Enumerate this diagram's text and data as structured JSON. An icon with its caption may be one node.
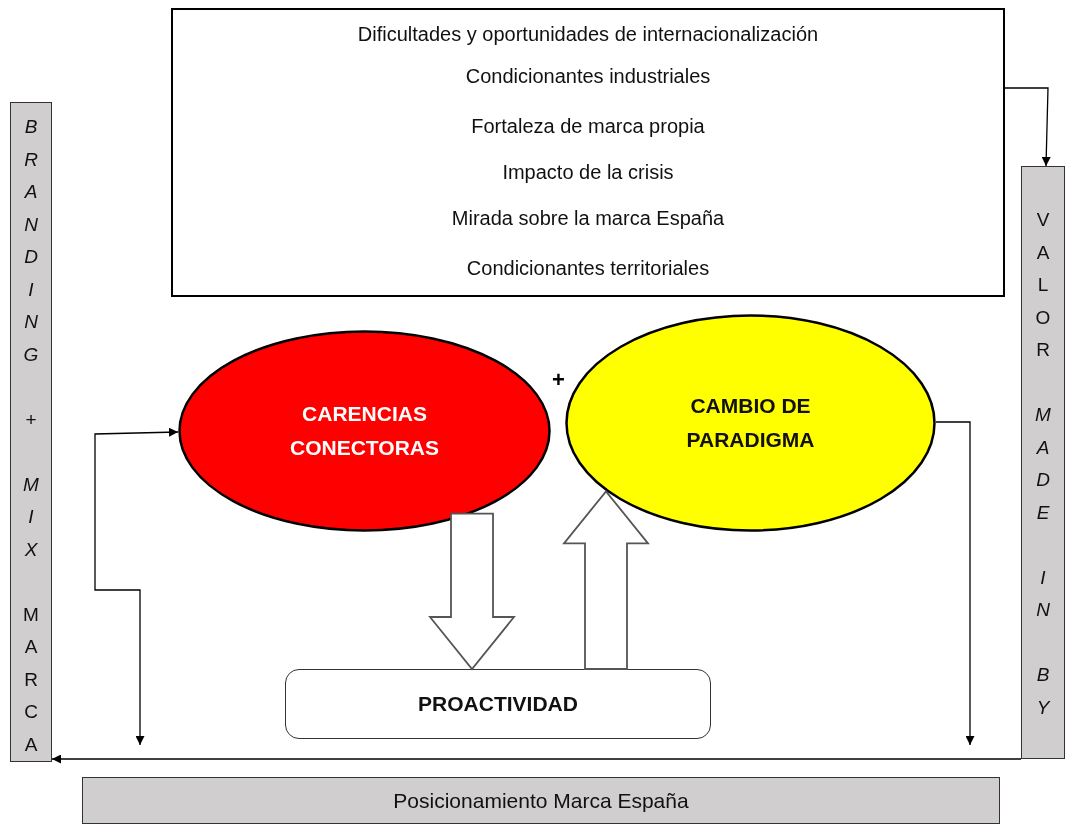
{
  "diagram": {
    "nodes": [
      {
        "text": [
          "Dificultades y oportunidades de internacionalización",
          "Condicionantes industriales",
          "Fortaleza de marca propia",
          "Impacto de la crisis",
          "Mirada sobre la marca España",
          "Condicionantes territoriales"
        ]
      },
      {
        "text": [
          "*BRANDING* + *MIX* MARCA"
        ]
      },
      {
        "text": [
          "VALOR *MADE* *IN* *BY*"
        ]
      },
      {
        "text": [
          "CARENCIAS CONECTORAS"
        ]
      },
      {
        "text": [
          "CAMBIO DE PARADIGMA"
        ]
      },
      {
        "text": [
          "PROACTIVIDAD"
        ]
      },
      {
        "text": [
          "Posicionamiento Marca España"
        ]
      }
    ],
    "edges": [
      {
        "from": 0,
        "to": 2,
        "arrow": "to"
      },
      {
        "from": null,
        "to": 3,
        "arrow": "both"
      },
      {
        "from": 4,
        "to": null,
        "arrow": "to"
      },
      {
        "from": 3,
        "to": 5,
        "arrow": "to",
        "style": "thick"
      },
      {
        "from": 5,
        "to": 4,
        "arrow": "to",
        "style": "thick"
      },
      {
        "from": 2,
        "to": 1,
        "arrow": "to"
      }
    ],
    "labels": [
      "+"
    ]
  }
}
